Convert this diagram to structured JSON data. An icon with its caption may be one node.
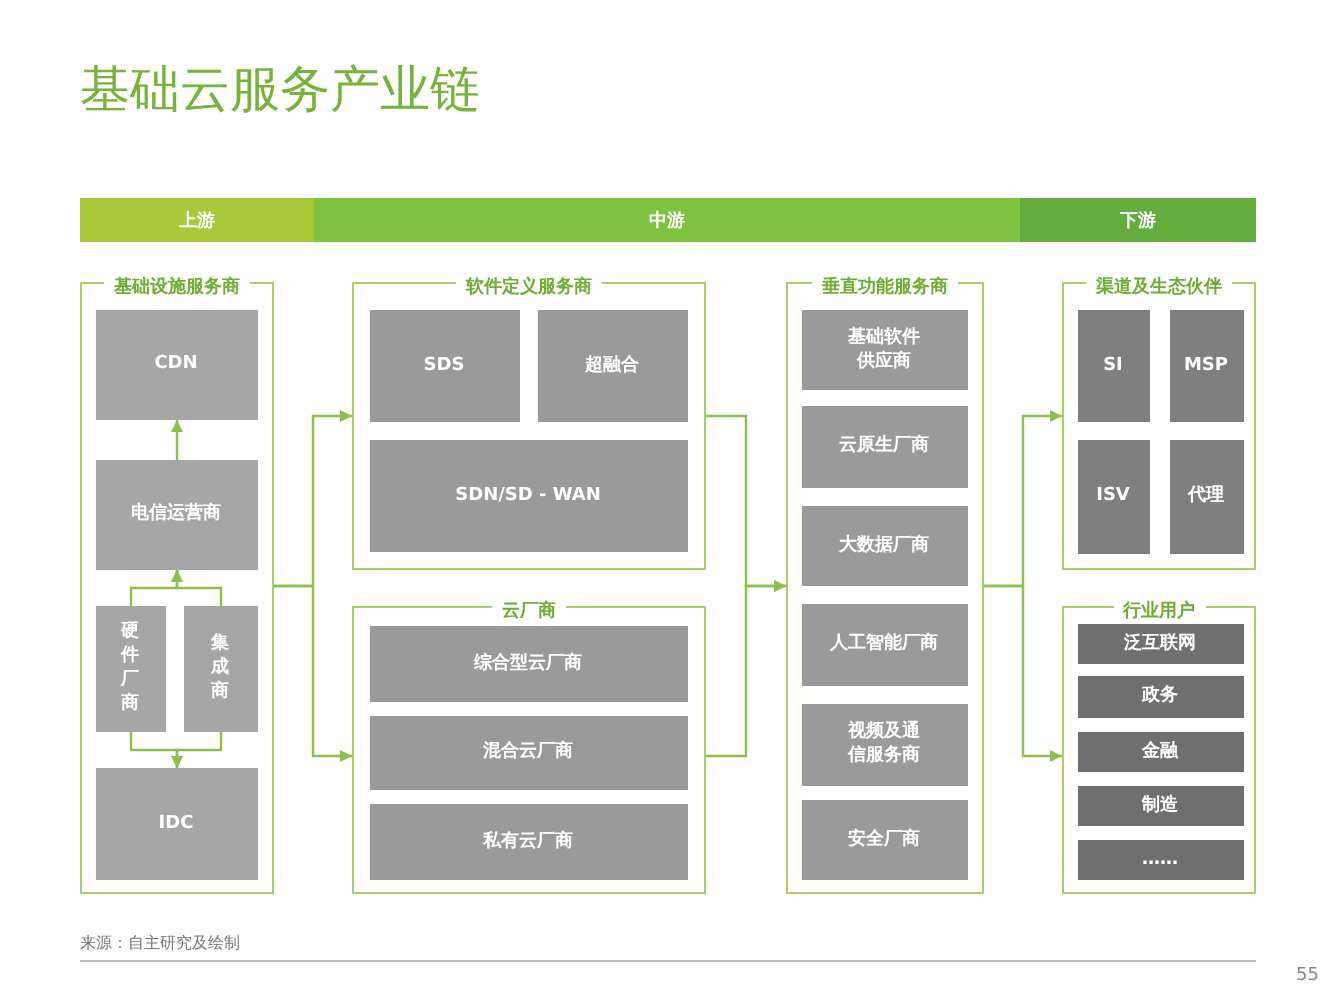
{
  "diagram": {
    "title": "基础云服务产业链",
    "nodes": [
      {
        "text": [
          "上游"
        ]
      },
      {
        "text": [
          "中游"
        ]
      },
      {
        "text": [
          "下游"
        ]
      },
      {
        "text": [
          "基础设施服务商"
        ]
      },
      {
        "text": [
          "CDN"
        ],
        "in": 3
      },
      {
        "text": [
          "电信运营商"
        ],
        "in": 3
      },
      {
        "text": [
          "硬件厂商"
        ],
        "in": 3
      },
      {
        "text": [
          "集成商"
        ],
        "in": 3
      },
      {
        "text": [
          "IDC"
        ],
        "in": 3
      },
      {
        "text": [
          "软件定义服务商"
        ]
      },
      {
        "text": [
          "SDS"
        ],
        "in": 9
      },
      {
        "text": [
          "超融合"
        ],
        "in": 9
      },
      {
        "text": [
          "SDN/SD - WAN"
        ],
        "in": 9
      },
      {
        "text": [
          "云厂商"
        ]
      },
      {
        "text": [
          "综合型云厂商"
        ],
        "in": 13
      },
      {
        "text": [
          "混合云厂商"
        ],
        "in": 13
      },
      {
        "text": [
          "私有云厂商"
        ],
        "in": 13
      },
      {
        "text": [
          "垂直功能服务商"
        ]
      },
      {
        "text": [
          "基础软件供应商"
        ],
        "in": 17
      },
      {
        "text": [
          "云原生厂商"
        ],
        "in": 17
      },
      {
        "text": [
          "大数据厂商"
        ],
        "in": 17
      },
      {
        "text": [
          "人工智能厂商"
        ],
        "in": 17
      },
      {
        "text": [
          "视频及通信服务商"
        ],
        "in": 17
      },
      {
        "text": [
          "安全厂商"
        ],
        "in": 17
      },
      {
        "text": [
          "渠道及生态伙伴"
        ]
      },
      {
        "text": [
          "SI"
        ],
        "in": 24
      },
      {
        "text": [
          "MSP"
        ],
        "in": 24
      },
      {
        "text": [
          "ISV"
        ],
        "in": 24
      },
      {
        "text": [
          "代理"
        ],
        "in": 24
      },
      {
        "text": [
          "行业用户"
        ]
      },
      {
        "text": [
          "泛互联网"
        ],
        "in": 29
      },
      {
        "text": [
          "政务"
        ],
        "in": 29
      },
      {
        "text": [
          "金融"
        ],
        "in": 29
      },
      {
        "text": [
          "制造"
        ],
        "in": 29
      },
      {
        "text": [
          "……"
        ],
        "in": 29
      }
    ],
    "edges": [
      {
        "from": 5,
        "to": 4,
        "arrow": "to"
      },
      {
        "from": 6,
        "to": 5,
        "arrow": "to"
      },
      {
        "from": 7,
        "to": 5,
        "arrow": "to"
      },
      {
        "from": 6,
        "to": 8,
        "arrow": "to"
      },
      {
        "from": 7,
        "to": 8,
        "arrow": "to"
      },
      {
        "from": 3,
        "to": 9,
        "arrow": "to"
      },
      {
        "from": 3,
        "to": 13,
        "arrow": "to"
      },
      {
        "from": 9,
        "to": 17,
        "arrow": "to"
      },
      {
        "from": 13,
        "to": 17,
        "arrow": "to"
      },
      {
        "from": 17,
        "to": 24,
        "arrow": "to"
      },
      {
        "from": 17,
        "to": 29,
        "arrow": "to"
      }
    ],
    "labels": [
      "来源：自主研究及绘制",
      "55"
    ]
  }
}
